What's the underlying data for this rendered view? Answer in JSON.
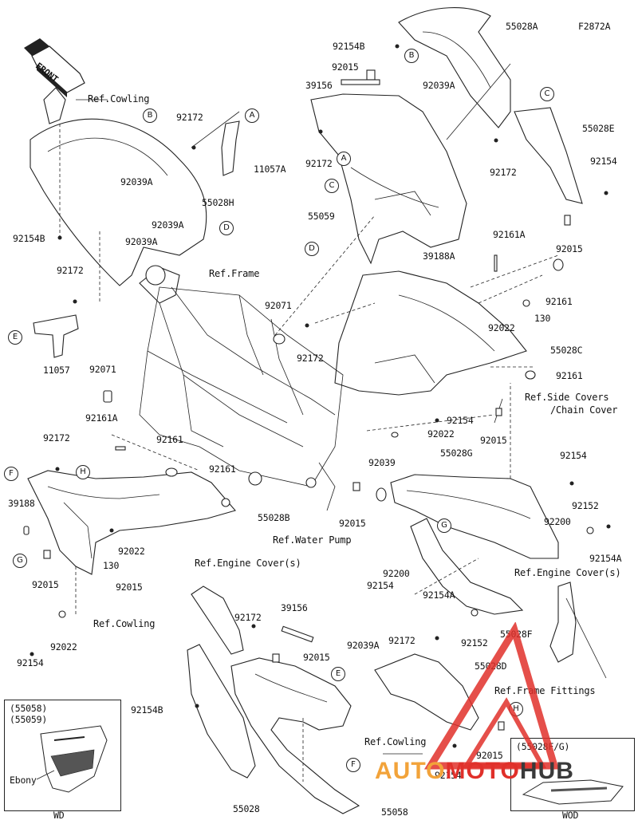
{
  "figure_code": "F2872A",
  "front_label": "FRONT",
  "part_labels": [
    {
      "text": "55028A"
    },
    {
      "text": "92154B"
    },
    {
      "text": "92015"
    },
    {
      "text": "39156"
    },
    {
      "text": "92039A"
    },
    {
      "text": "92172"
    },
    {
      "text": "55028E"
    },
    {
      "text": "92172"
    },
    {
      "text": "92154"
    },
    {
      "text": "92172"
    },
    {
      "text": "55059"
    },
    {
      "text": "92015"
    },
    {
      "text": "92161A"
    },
    {
      "text": "39188A"
    },
    {
      "text": "92161"
    },
    {
      "text": "130"
    },
    {
      "text": "92022"
    },
    {
      "text": "55028C"
    },
    {
      "text": "92161"
    },
    {
      "text": "92172"
    },
    {
      "text": "92071"
    },
    {
      "text": "92154"
    },
    {
      "text": "92022"
    },
    {
      "text": "92015"
    },
    {
      "text": "55028G"
    },
    {
      "text": "92154"
    },
    {
      "text": "92039"
    },
    {
      "text": "92015"
    },
    {
      "text": "92152"
    },
    {
      "text": "92200"
    },
    {
      "text": "92154A"
    },
    {
      "text": "92200"
    },
    {
      "text": "92154"
    },
    {
      "text": "92154A"
    },
    {
      "text": "92152"
    },
    {
      "text": "55028F"
    },
    {
      "text": "92172"
    },
    {
      "text": "92039A"
    },
    {
      "text": "55028D"
    },
    {
      "text": "92015"
    },
    {
      "text": "92015"
    },
    {
      "text": "92154"
    },
    {
      "text": "39156"
    },
    {
      "text": "92172"
    },
    {
      "text": "92154B"
    },
    {
      "text": "55028"
    },
    {
      "text": "55058"
    },
    {
      "text": "92172"
    },
    {
      "text": "92039A"
    },
    {
      "text": "55028H"
    },
    {
      "text": "92039A"
    },
    {
      "text": "92039A"
    },
    {
      "text": "11057A"
    },
    {
      "text": "92154B"
    },
    {
      "text": "92172"
    },
    {
      "text": "11057"
    },
    {
      "text": "92071"
    },
    {
      "text": "92161A"
    },
    {
      "text": "92172"
    },
    {
      "text": "39188"
    },
    {
      "text": "92161"
    },
    {
      "text": "92161"
    },
    {
      "text": "55028B"
    },
    {
      "text": "92022"
    },
    {
      "text": "130"
    },
    {
      "text": "92015"
    },
    {
      "text": "92015"
    },
    {
      "text": "92022"
    },
    {
      "text": "92154"
    }
  ],
  "reference_labels": [
    {
      "text": "Ref.Cowling"
    },
    {
      "text": "Ref.Frame"
    },
    {
      "text": "Ref.Side Covers"
    },
    {
      "text": "/Chain Cover"
    },
    {
      "text": "Ref.Water Pump"
    },
    {
      "text": "Ref.Engine Cover(s)"
    },
    {
      "text": "Ref.Engine Cover(s)"
    },
    {
      "text": "Ref.Cowling"
    },
    {
      "text": "Ref.Frame Fittings"
    },
    {
      "text": "Ref.Cowling"
    }
  ],
  "callout_letters": [
    {
      "text": "B"
    },
    {
      "text": "B"
    },
    {
      "text": "A"
    },
    {
      "text": "A"
    },
    {
      "text": "C"
    },
    {
      "text": "C"
    },
    {
      "text": "D"
    },
    {
      "text": "D"
    },
    {
      "text": "E"
    },
    {
      "text": "E"
    },
    {
      "text": "F"
    },
    {
      "text": "F"
    },
    {
      "text": "G"
    },
    {
      "text": "G"
    },
    {
      "text": "H"
    },
    {
      "text": "H"
    }
  ],
  "inset_wd": {
    "codes": [
      "(55058)",
      "(55059)"
    ],
    "ebony_label": "Ebony",
    "caption": "WD"
  },
  "inset_wod": {
    "code": "(55028F/G)",
    "caption": "WOD"
  },
  "watermark": {
    "part1": "AUTO",
    "part2": "MOTO",
    "part3": "HUB",
    "color_red": "#e0302a",
    "color_orange": "#f2a33a",
    "color_dark": "#3a3a3a"
  }
}
